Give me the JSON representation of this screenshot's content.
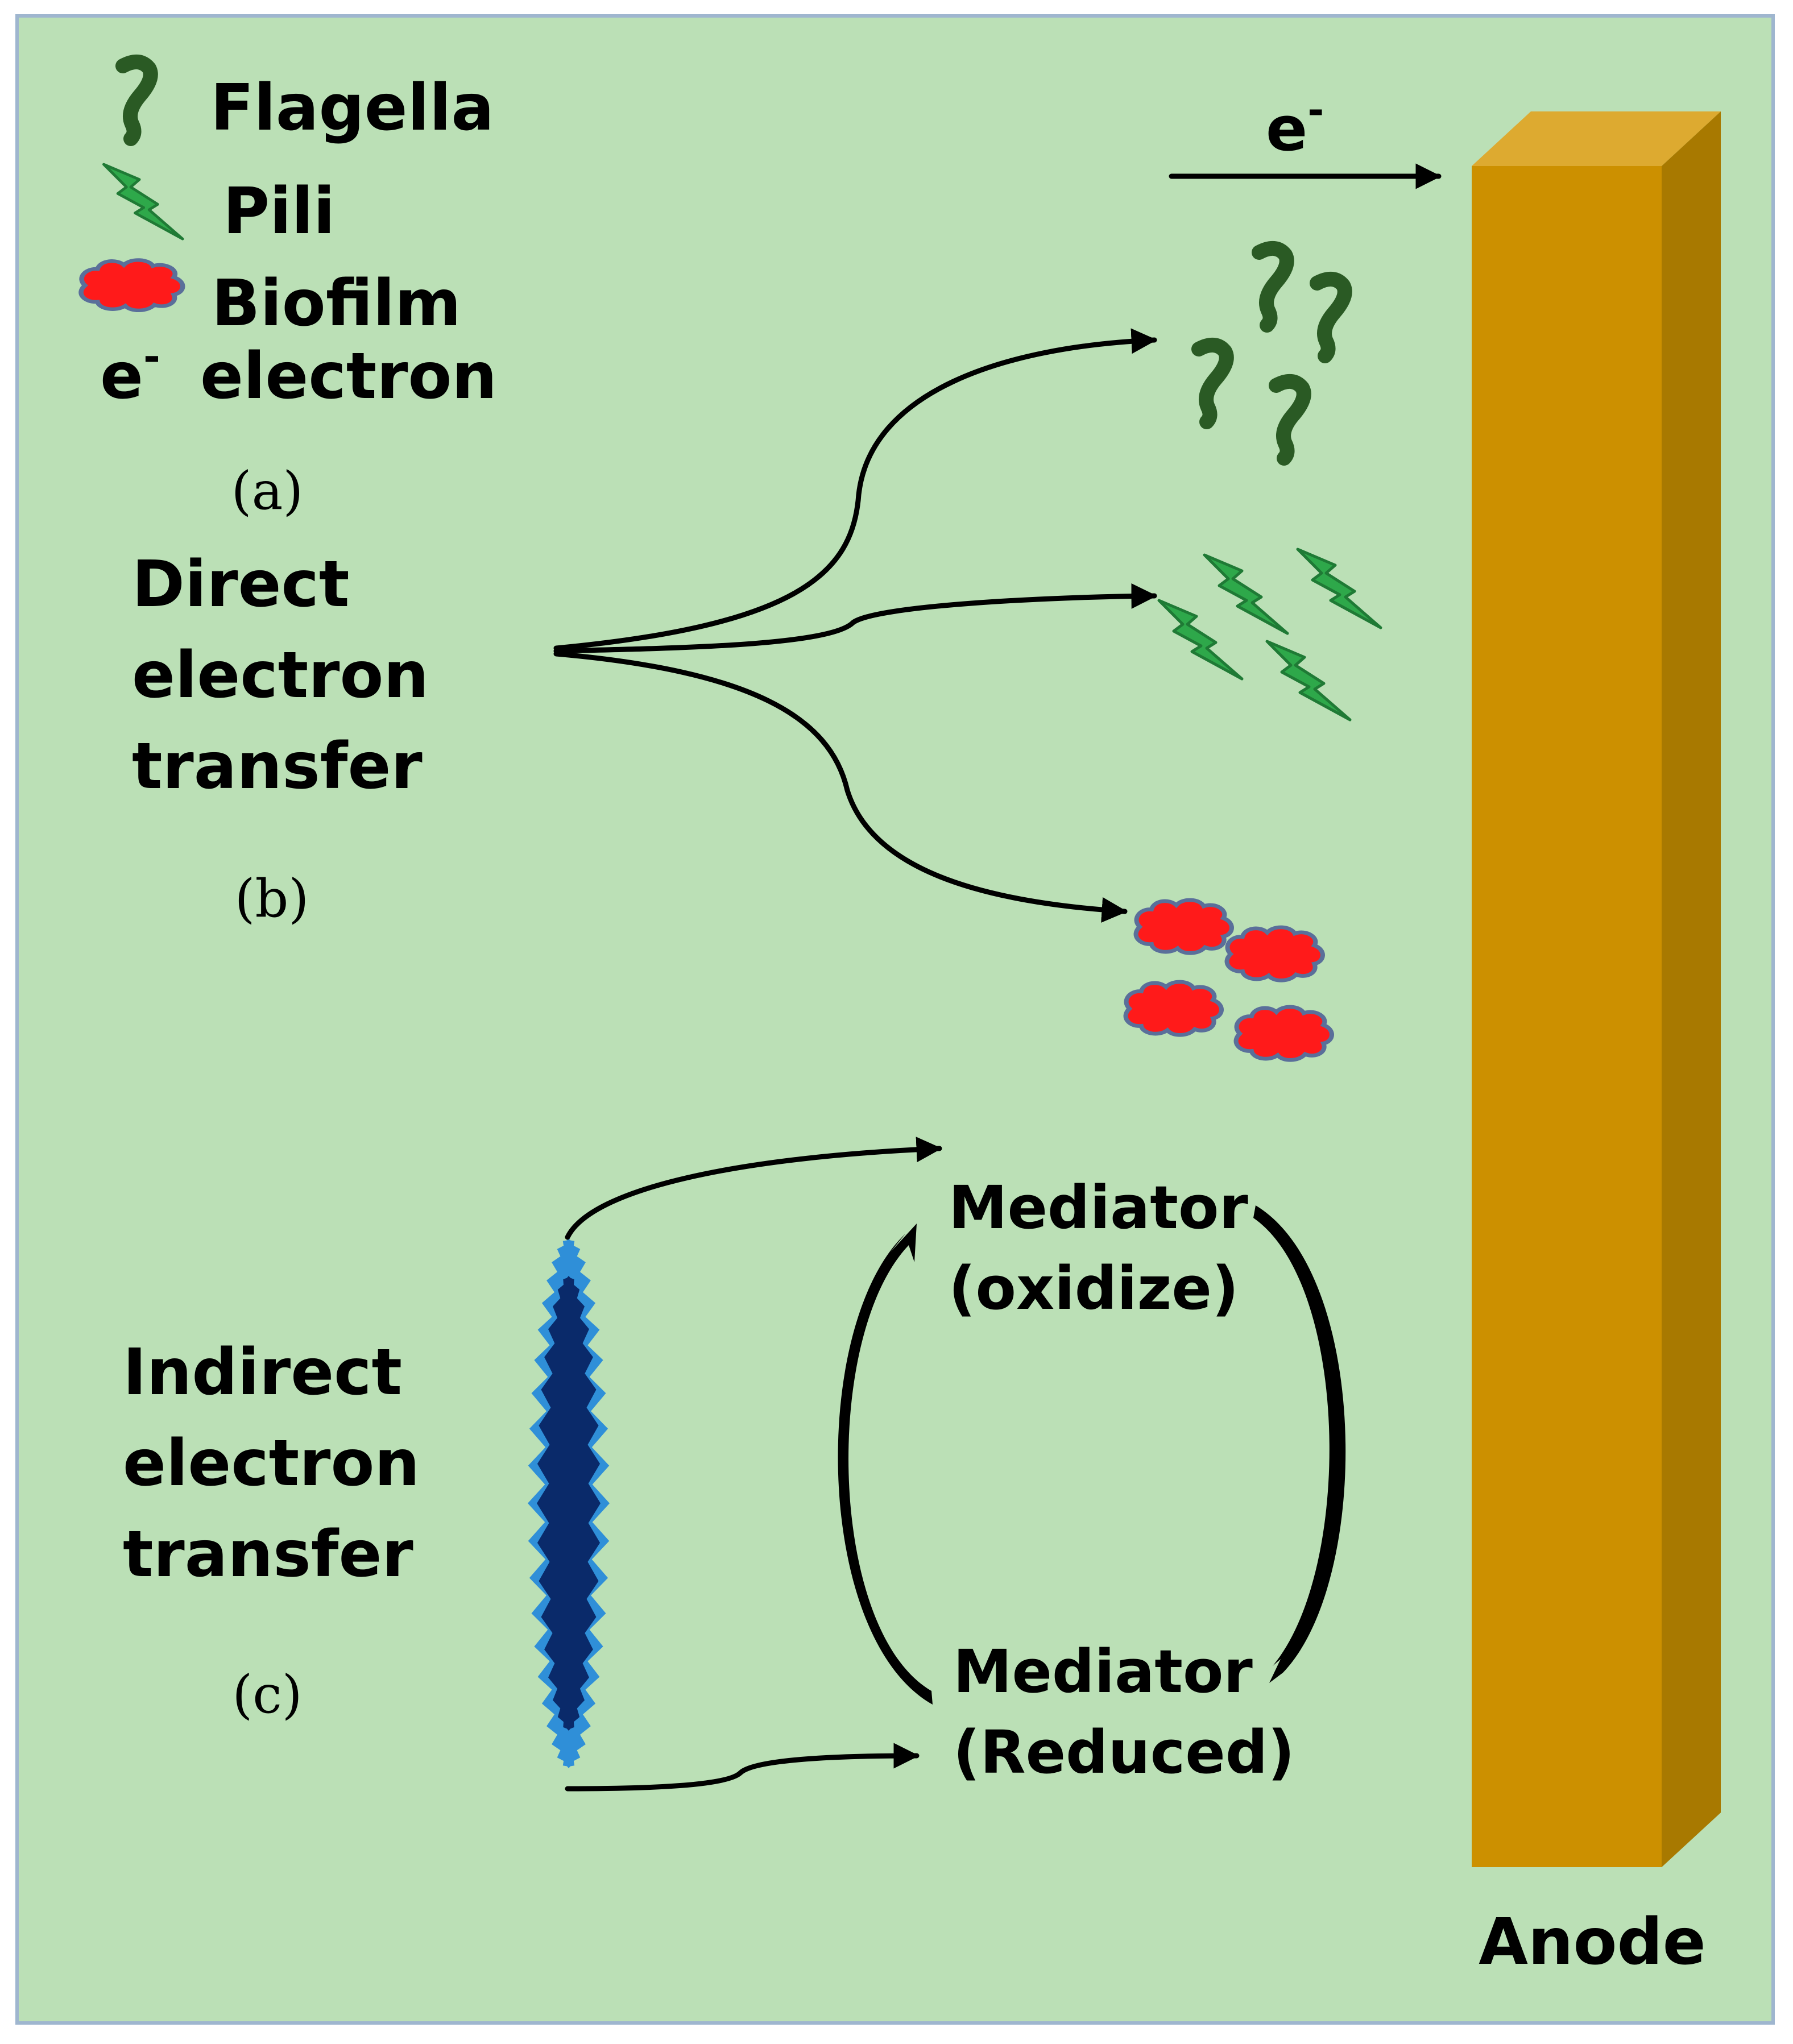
{
  "legend": {
    "flagella": "Flagella",
    "pili": "Pili",
    "biofilm": "Biofilm",
    "electron_symbol": "e",
    "electron_superscript": "-",
    "electron": "electron"
  },
  "panels": {
    "a": "(a)",
    "b": "(b)",
    "c": "(c)"
  },
  "direct": {
    "line1": "Direct",
    "line2": "electron",
    "line3": "transfer"
  },
  "indirect": {
    "line1": "Indirect",
    "line2": "electron",
    "line3": "transfer"
  },
  "mediator_oxidized": {
    "line1": "Mediator",
    "line2": "(oxidize)"
  },
  "mediator_reduced": {
    "line1": "Mediator",
    "line2": "(Reduced)"
  },
  "electron_flow": {
    "symbol": "e",
    "superscript": "-"
  },
  "anode": "Anode",
  "colors": {
    "background": "#bbe0b6",
    "border": "#9fb6cf",
    "flagella": "#2a5a24",
    "pili": "#2ea84a",
    "pili_edge": "#1f7a35",
    "biofilm": "#ff1a1a",
    "biofilm_edge": "#5a6f9a",
    "anode_front": "#cc9000",
    "anode_top": "#ddaa30",
    "anode_side": "#a87900",
    "microbe_outer": "#2f8fd8",
    "microbe_inner": "#0a2a6a"
  },
  "icons": [
    "flagella-icon",
    "pili-icon",
    "biofilm-icon",
    "microbe-cell-icon",
    "anode-electrode"
  ]
}
